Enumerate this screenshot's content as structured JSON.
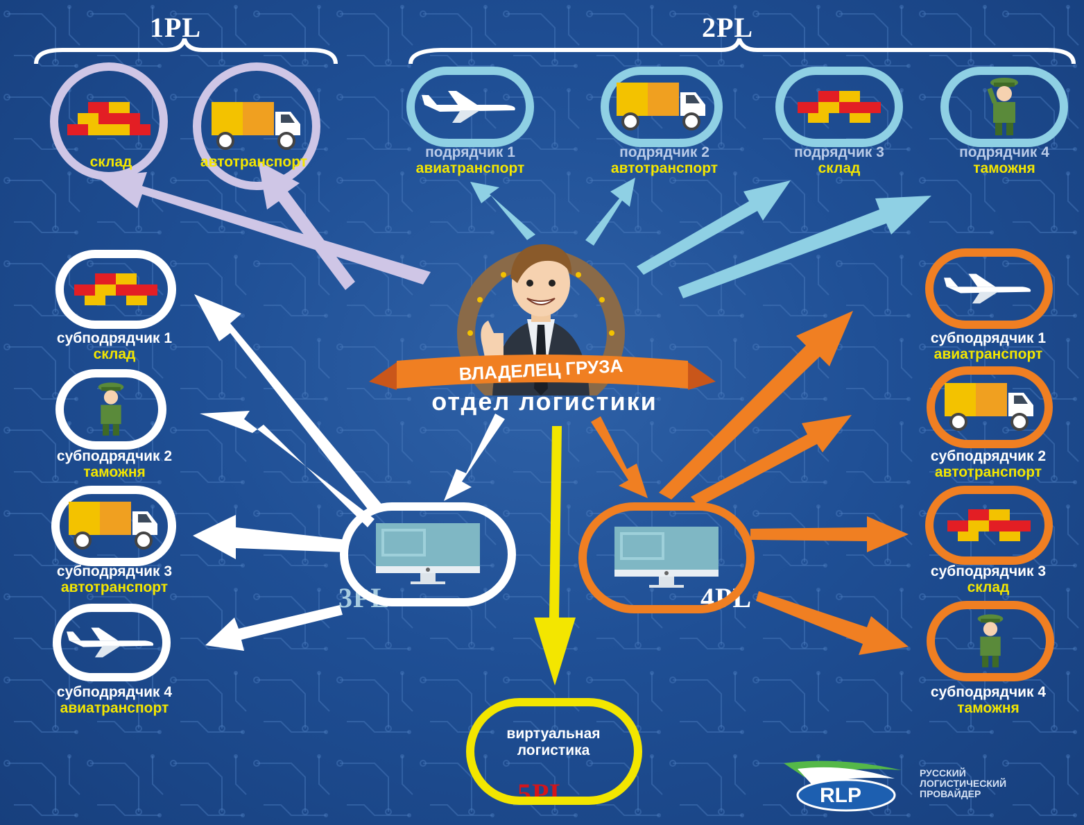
{
  "tiers": {
    "pl1": "1PL",
    "pl2": "2PL",
    "pl3": "3PL",
    "pl4": "4PL",
    "pl5": "5PL"
  },
  "center": {
    "banner": "ВЛАДЕЛЕЦ ГРУЗА",
    "title": "отдел логистики"
  },
  "pl1_nodes": [
    {
      "label": "склад",
      "icon": "warehouse-icon"
    },
    {
      "label": "автотранспорт",
      "icon": "truck-icon"
    }
  ],
  "pl2_nodes": [
    {
      "line1": "подрядчик 1",
      "line2": "авиатранспорт",
      "icon": "airplane-icon"
    },
    {
      "line1": "подрядчик 2",
      "line2": "автотранспорт",
      "icon": "truck-icon"
    },
    {
      "line1": "подрядчик 3",
      "line2": "склад",
      "icon": "warehouse-icon"
    },
    {
      "line1": "подрядчик 4",
      "line2": "таможня",
      "icon": "customs-officer-icon"
    }
  ],
  "pl3_nodes": [
    {
      "line1": "субподрядчик 1",
      "line2": "склад",
      "icon": "warehouse-icon"
    },
    {
      "line1": "субподрядчик 2",
      "line2": "таможня",
      "icon": "customs-officer-icon"
    },
    {
      "line1": "субподрядчик 3",
      "line2": "автотранспорт",
      "icon": "truck-icon"
    },
    {
      "line1": "субподрядчик 4",
      "line2": "авиатранспорт",
      "icon": "airplane-icon"
    }
  ],
  "pl4_nodes": [
    {
      "line1": "субподрядчик 1",
      "line2": "авиатранспорт",
      "icon": "airplane-icon"
    },
    {
      "line1": "субподрядчик 2",
      "line2": "автотранспорт",
      "icon": "truck-icon"
    },
    {
      "line1": "субподрядчик 3",
      "line2": "склад",
      "icon": "warehouse-icon"
    },
    {
      "line1": "субподрядчик 4",
      "line2": "таможня",
      "icon": "customs-officer-icon"
    }
  ],
  "pl5": {
    "line1": "виртуальная",
    "line2": "логистика"
  },
  "logo": {
    "mark": "RLP",
    "line1": "РУССКИЙ",
    "line2": "ЛОГИСТИЧЕСКИЙ",
    "line3": "ПРОВАЙДЕР"
  },
  "colors": {
    "background": "#1f4f95",
    "pl1": "#cfc6e6",
    "pl2": "#8fd0e4",
    "pl3": "#ffffff",
    "pl4": "#f07f22",
    "pl5": "#f3e600",
    "pl5_text": "#d3161b",
    "label_yellow": "#f3e600"
  }
}
